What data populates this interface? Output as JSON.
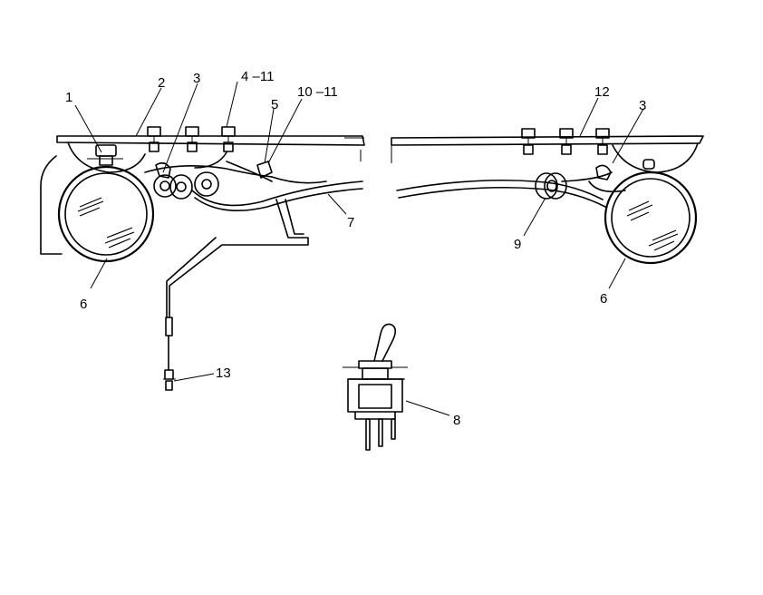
{
  "callouts": {
    "c1": "1",
    "c2": "2",
    "c3_left": "3",
    "c4_11": "4 –11",
    "c5": "5",
    "c10_11": "10 –11",
    "c7": "7",
    "c6_left": "6",
    "c13": "13",
    "c8": "8",
    "c9": "9",
    "c12": "12",
    "c3_right": "3",
    "c6_right": "6"
  }
}
